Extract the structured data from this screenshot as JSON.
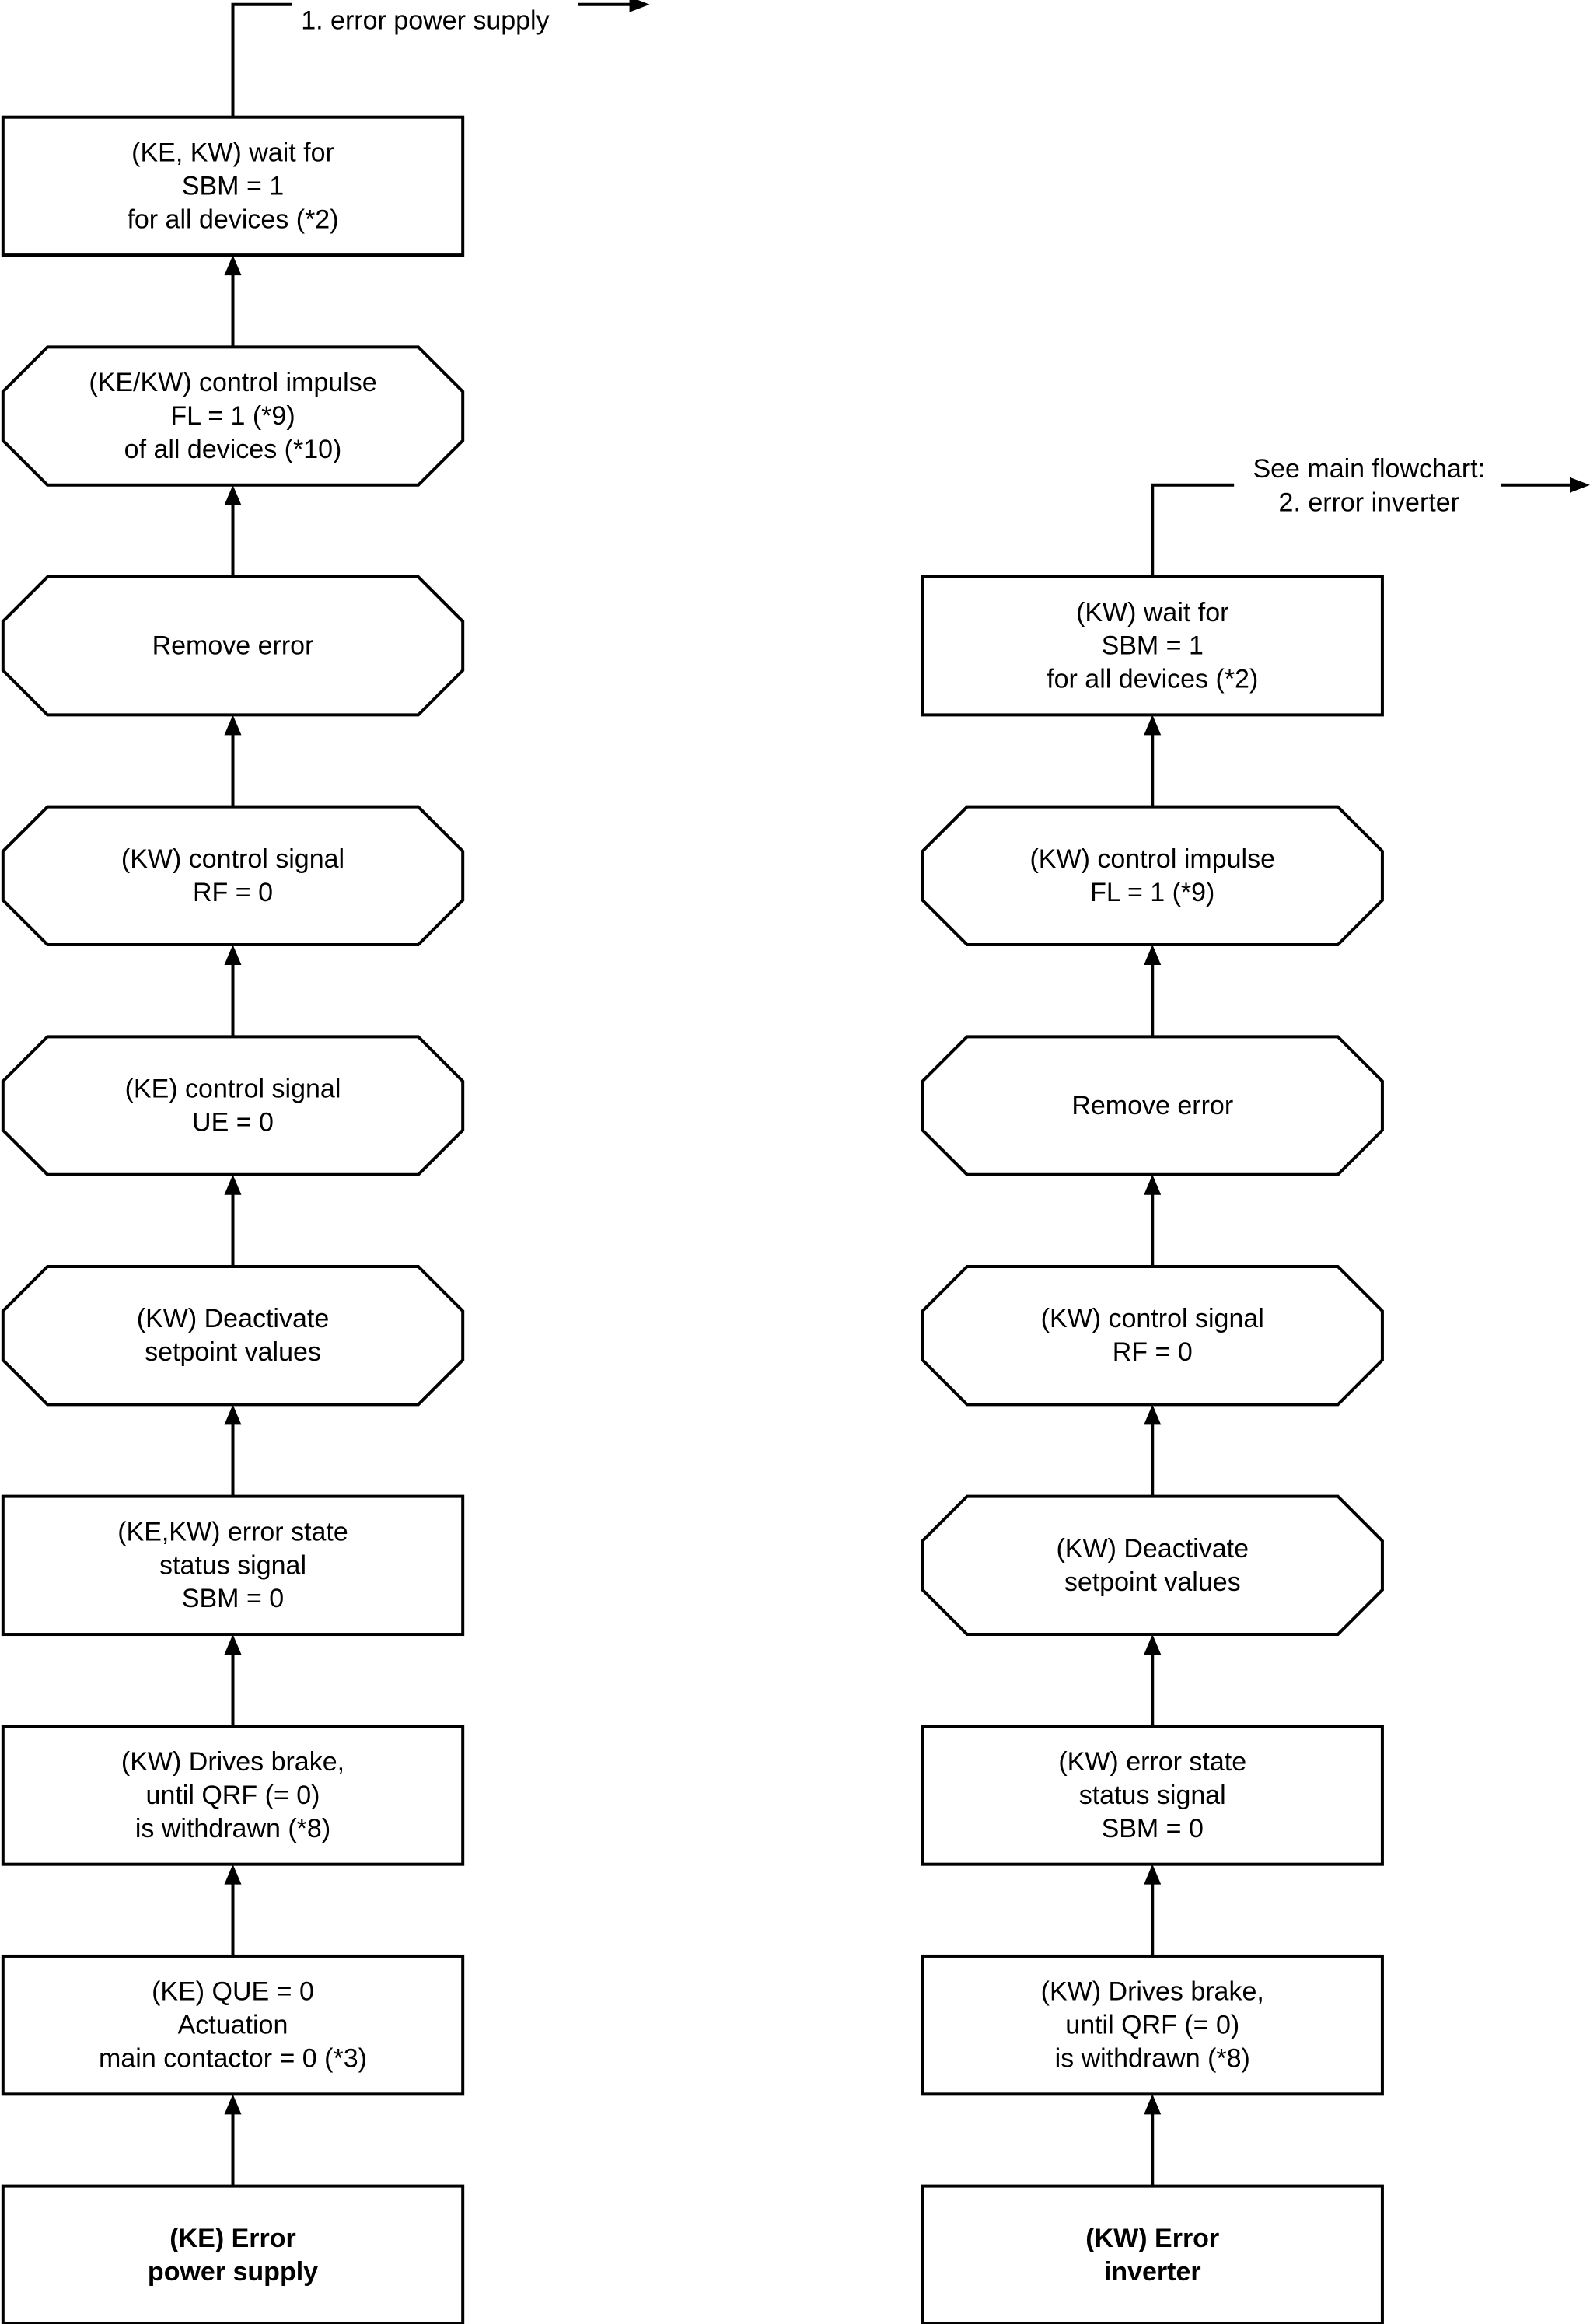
{
  "left_column": {
    "exit_label": "1. error power supply",
    "nodes": [
      {
        "id": "L10",
        "shape": "rect",
        "lines": [
          "(KE, KW) wait for",
          "SBM = 1",
          "for all devices (*2)"
        ]
      },
      {
        "id": "L9",
        "shape": "octagon",
        "lines": [
          "(KE/KW) control impulse",
          "FL = 1 (*9)",
          "of all devices (*10)"
        ]
      },
      {
        "id": "L8",
        "shape": "octagon",
        "lines": [
          "Remove error"
        ]
      },
      {
        "id": "L7",
        "shape": "octagon",
        "lines": [
          "(KW) control signal",
          "RF = 0"
        ]
      },
      {
        "id": "L6",
        "shape": "octagon",
        "lines": [
          "(KE) control signal",
          "UE = 0"
        ]
      },
      {
        "id": "L5",
        "shape": "octagon",
        "lines": [
          "(KW) Deactivate",
          "setpoint values"
        ]
      },
      {
        "id": "L4",
        "shape": "rect",
        "lines": [
          "(KE,KW) error state",
          "status signal",
          "SBM = 0"
        ]
      },
      {
        "id": "L3",
        "shape": "rect",
        "lines": [
          "(KW) Drives brake,",
          "until QRF (= 0)",
          "is withdrawn (*8)"
        ]
      },
      {
        "id": "L2",
        "shape": "rect",
        "lines": [
          "(KE) QUE = 0",
          "Actuation",
          "main contactor = 0 (*3)"
        ]
      },
      {
        "id": "L1",
        "shape": "rect",
        "bold": true,
        "lines": [
          "(KE) Error",
          "power supply"
        ]
      }
    ]
  },
  "right_column": {
    "exit_label": [
      "See main flowchart:",
      "2. error inverter"
    ],
    "nodes": [
      {
        "id": "R8",
        "shape": "rect",
        "lines": [
          "(KW) wait for",
          "SBM = 1",
          "for all devices (*2)"
        ]
      },
      {
        "id": "R7",
        "shape": "octagon",
        "lines": [
          "(KW) control impulse",
          "FL = 1 (*9)"
        ]
      },
      {
        "id": "R6",
        "shape": "octagon",
        "lines": [
          "Remove error"
        ]
      },
      {
        "id": "R5",
        "shape": "octagon",
        "lines": [
          "(KW) control signal",
          "RF = 0"
        ]
      },
      {
        "id": "R4",
        "shape": "octagon",
        "lines": [
          "(KW) Deactivate",
          "setpoint values"
        ]
      },
      {
        "id": "R3",
        "shape": "rect",
        "lines": [
          "(KW) error state",
          "status signal",
          "SBM = 0"
        ]
      },
      {
        "id": "R2",
        "shape": "rect",
        "lines": [
          "(KW) Drives brake,",
          "until QRF (= 0)",
          "is withdrawn (*8)"
        ]
      },
      {
        "id": "R1",
        "shape": "rect",
        "bold": true,
        "lines": [
          "(KW) Error",
          "inverter"
        ]
      }
    ]
  }
}
